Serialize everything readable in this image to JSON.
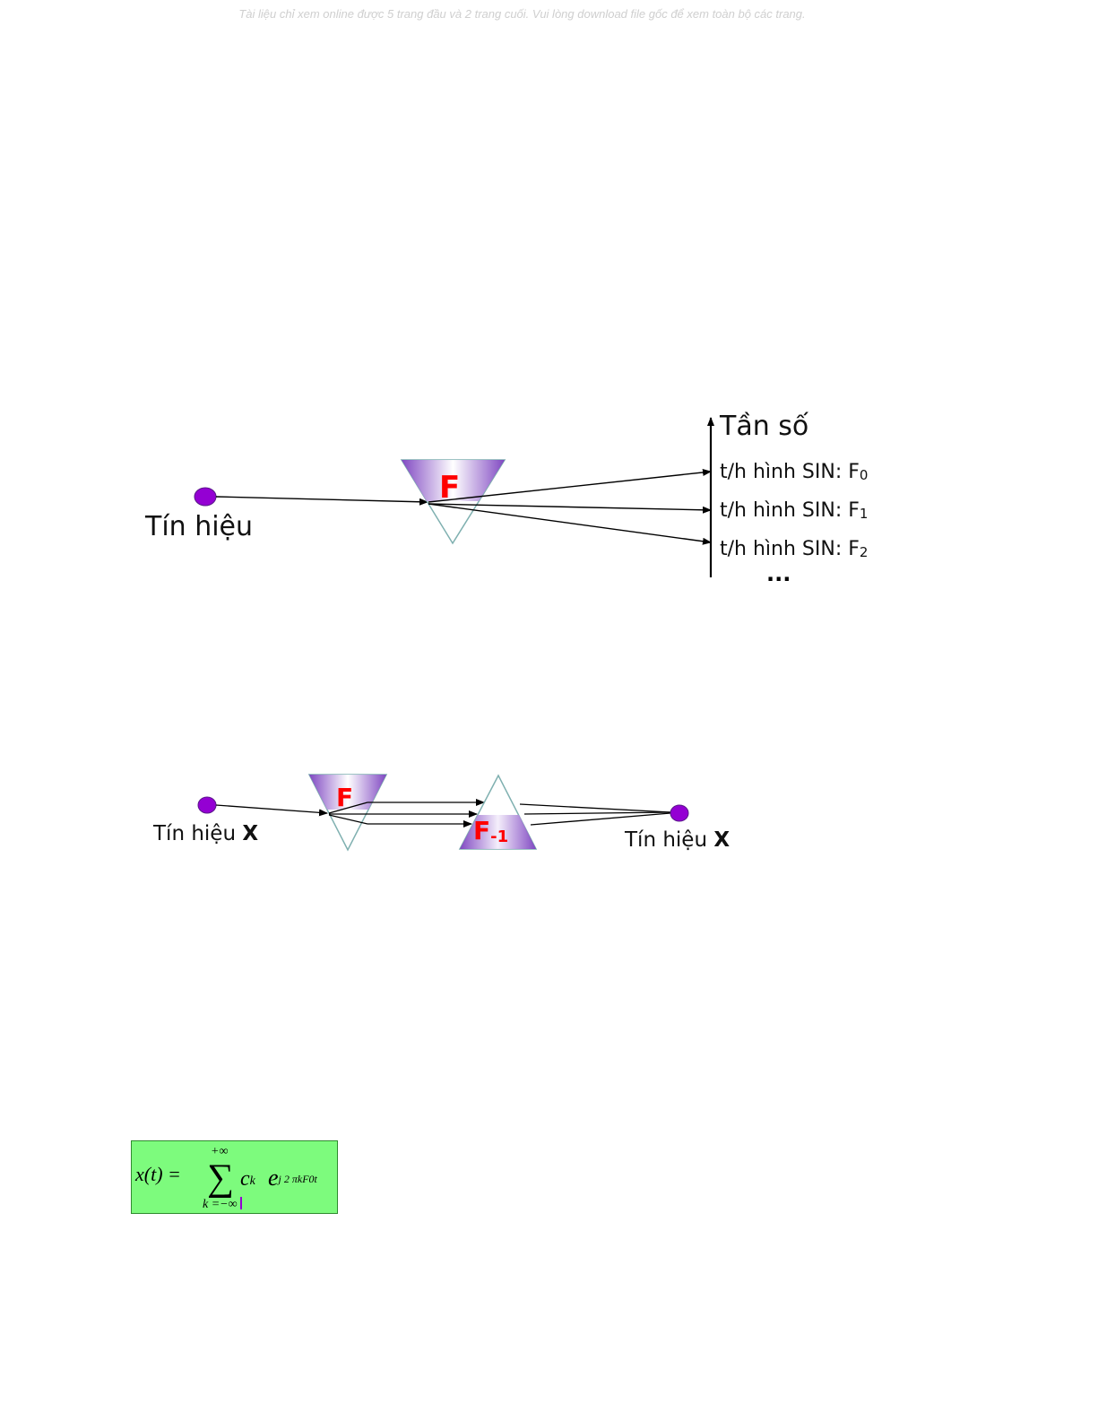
{
  "notice": "Tài liệu chỉ xem online được 5 trang đầu và 2 trang cuối. Vui lòng download file gốc để xem toàn bộ các trang.",
  "diagram1": {
    "input_label": "Tín hiệu",
    "transform_label": "F",
    "axis_label": "Tần số",
    "outputs": [
      {
        "prefix": "t/h hình SIN: F",
        "sub": "0"
      },
      {
        "prefix": "t/h hình SIN: F",
        "sub": "1"
      },
      {
        "prefix": "t/h hình SIN: F",
        "sub": "2"
      }
    ],
    "ellipsis": "...",
    "colors": {
      "node": "#9400d3",
      "prism_top": "#8a4fc6",
      "prism_label": "#ff0000"
    }
  },
  "diagram2": {
    "input_label_text": "Tín hiệu ",
    "input_label_bold": "X",
    "forward_label": "F",
    "inverse_label_main": "F",
    "inverse_label_sub": "-1",
    "output_label_text": "Tín hiệu ",
    "output_label_bold": "X"
  },
  "formula": {
    "lhs": "x(t) =",
    "upper": "+∞",
    "sigma": "∑",
    "lower": "k =−∞",
    "coef": "c",
    "coef_sub": "k",
    "exp_base": "e",
    "exp_sub": "j 2 πkF0t",
    "background": "#7dfb7d"
  }
}
